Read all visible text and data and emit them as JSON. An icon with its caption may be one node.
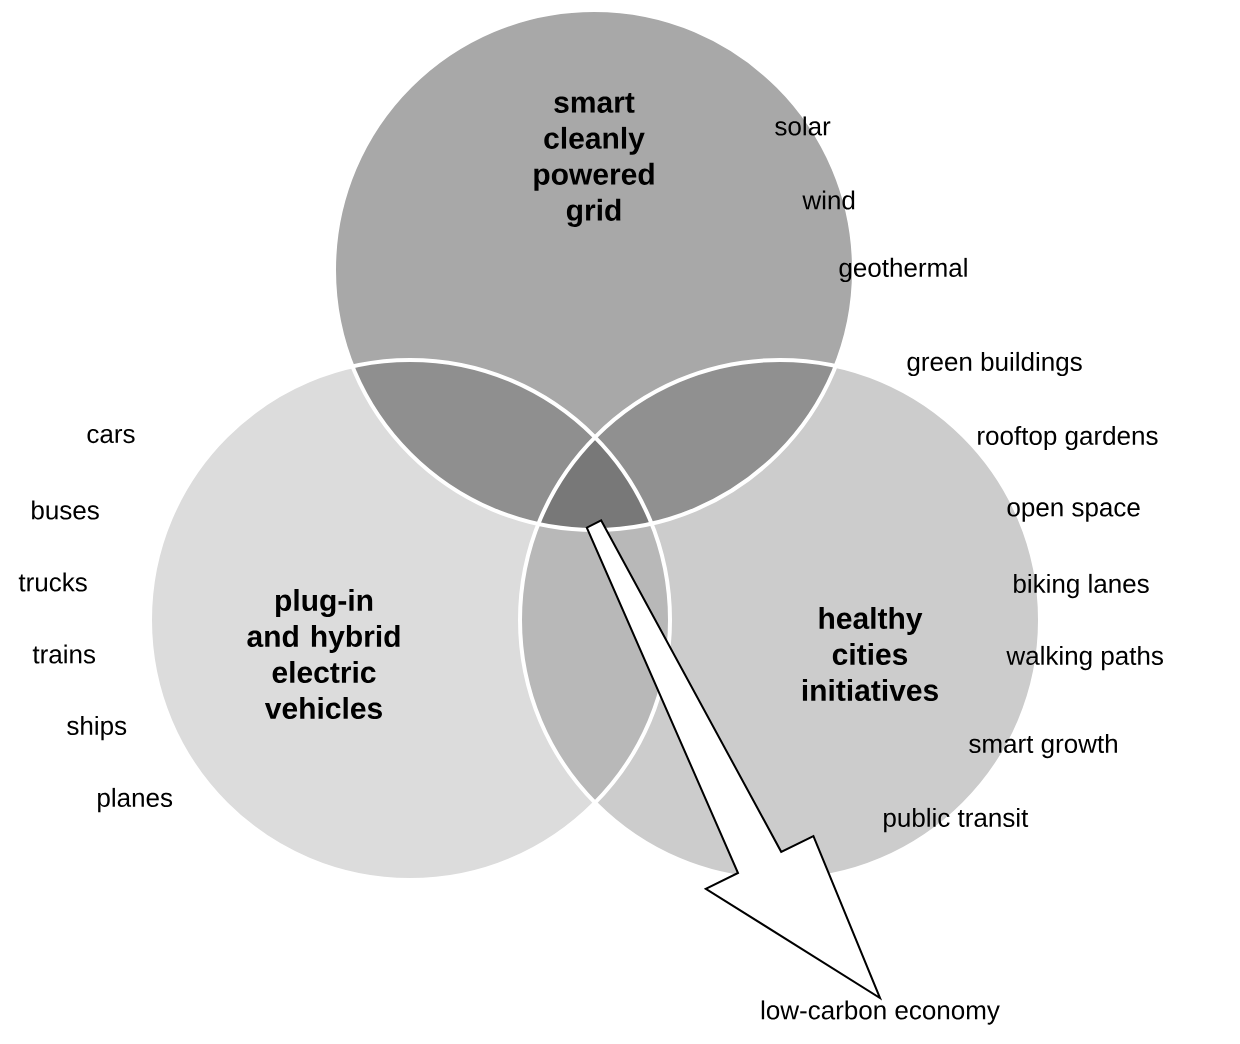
{
  "diagram": {
    "nodes": [
      {
        "text": [
          "smart cleanly powered grid"
        ],
        "beside": [
          "solar",
          "wind",
          "geothermal"
        ]
      },
      {
        "text": [
          "plug-in and hybrid electric vehicles"
        ],
        "beside": [
          "cars",
          "buses",
          "trucks",
          "trains",
          "ships",
          "planes"
        ]
      },
      {
        "text": [
          "healthy cities initiatives"
        ],
        "beside": [
          "green buildings",
          "rooftop gardens",
          "open space",
          "biking lanes",
          "walking paths",
          "smart growth",
          "public transit"
        ]
      },
      {
        "text": [
          "low-carbon economy"
        ]
      }
    ],
    "edges": [
      {
        "from": null,
        "to": 3,
        "arrow": "to"
      }
    ]
  }
}
